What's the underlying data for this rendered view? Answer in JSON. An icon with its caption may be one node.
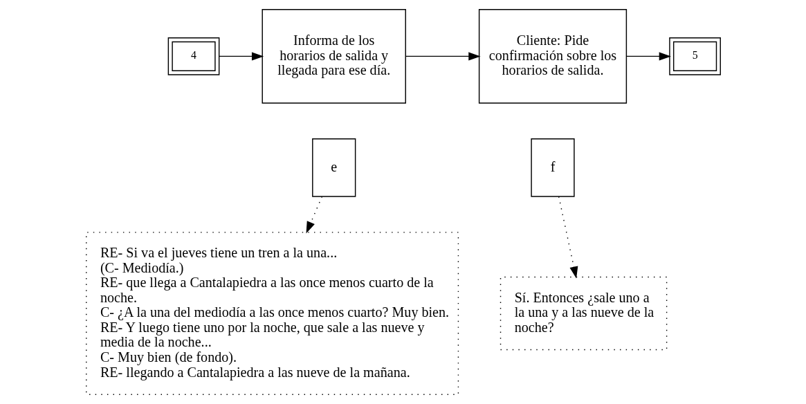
{
  "diagram": {
    "nodes": [
      {
        "text": [
          "4"
        ]
      },
      {
        "text": [
          "Informa de los horarios de salida y llegada para ese día."
        ]
      },
      {
        "text": [
          "e"
        ]
      },
      {
        "text": [
          "RE- Si va el jueves tiene un tren a la una...",
          "(C- Mediodía.)",
          "RE- que llega a Cantalapiedra a las once menos cuarto de la noche.",
          "C- ¿A la una del mediodía a las once menos cuarto? Muy bien.",
          "RE- Y luego tiene uno por la noche, que sale a las nueve y media de la noche...",
          "C- Muy bien (de fondo).",
          "RE- llegando a Cantalapiedra a las nueve de la mañana."
        ]
      },
      {
        "text": [
          "Cliente: Pide confirmación sobre los horarios de salida."
        ]
      },
      {
        "text": [
          "f"
        ]
      },
      {
        "text": [
          "Sí. Entonces ¿sale uno a la una y a las nueve de la noche?"
        ]
      },
      {
        "text": [
          "5"
        ]
      }
    ],
    "edges": [
      {
        "from": 0,
        "to": 1,
        "arrow": "to"
      },
      {
        "from": 1,
        "to": 4,
        "arrow": "to"
      },
      {
        "from": 4,
        "to": 7,
        "arrow": "to"
      },
      {
        "from": 2,
        "to": 3,
        "arrow": "to",
        "style": "dashed"
      },
      {
        "from": 5,
        "to": 6,
        "arrow": "to",
        "style": "dashed"
      }
    ]
  }
}
